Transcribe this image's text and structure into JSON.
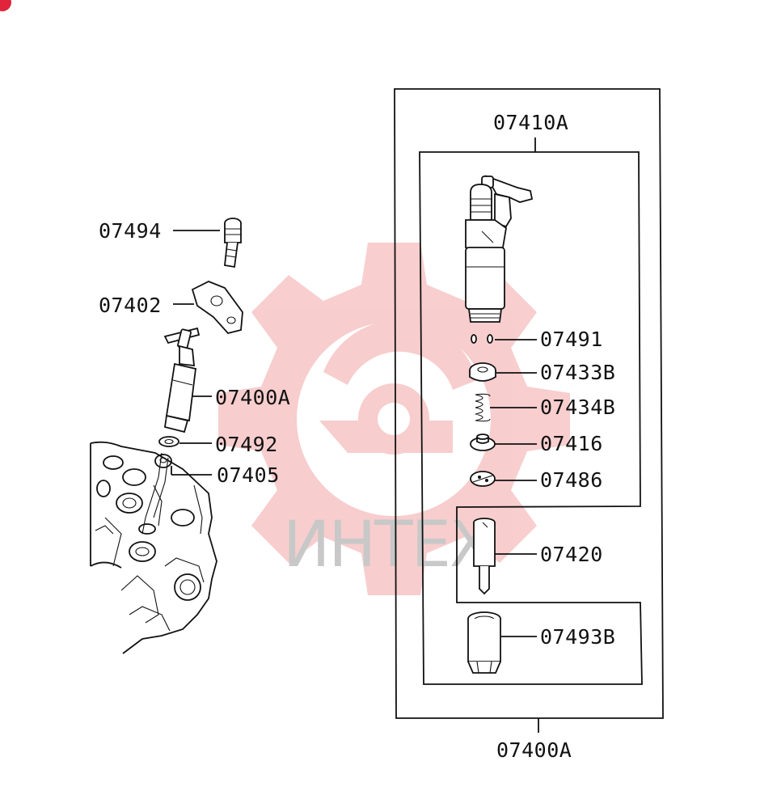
{
  "watermark": {
    "text": "ИНТЕХ",
    "color": "#f0b4b4"
  },
  "outer_box": {
    "label": "07400A"
  },
  "sub_box": {
    "label": "07410A"
  },
  "left_labels": {
    "l07494": "07494",
    "l07402": "07402",
    "l07400A": "07400A",
    "l07492": "07492",
    "l07405": "07405"
  },
  "right_labels": {
    "r07491": "07491",
    "r07433B": "07433B",
    "r07434B": "07434B",
    "r07416": "07416",
    "r07486": "07486",
    "r07420": "07420",
    "r07493B": "07493B"
  },
  "icons": {
    "corner": "red-dot-icon",
    "watermark_logo": "gear-logo-icon"
  }
}
